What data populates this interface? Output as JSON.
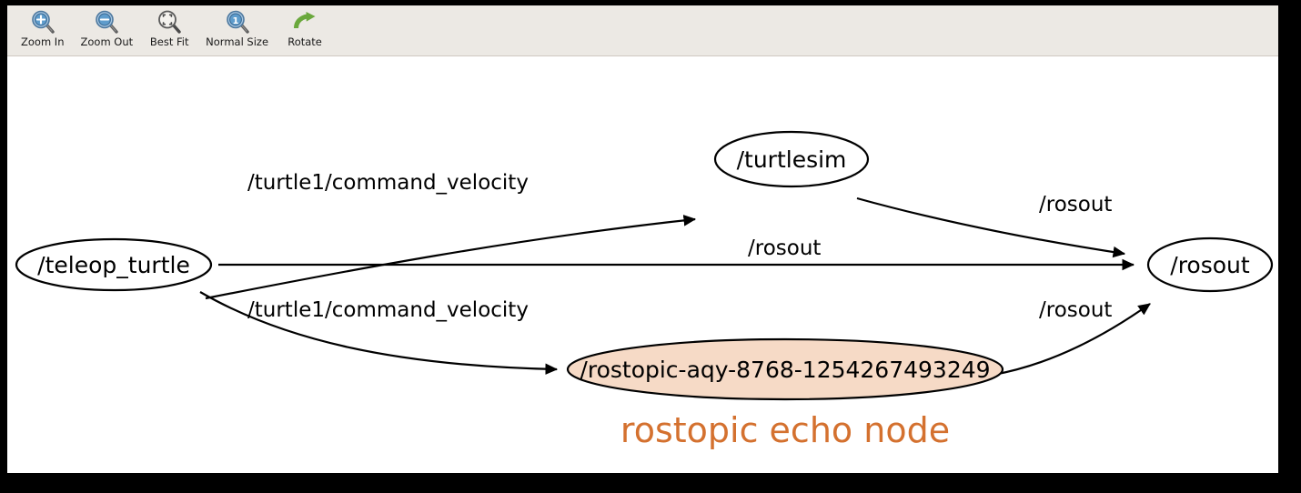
{
  "window": {
    "background_color": "#000000",
    "canvas_color": "#ffffff"
  },
  "toolbar": {
    "background_color": "#ece9e4",
    "items": [
      {
        "label": "Zoom In",
        "icon": "zoom-in-icon"
      },
      {
        "label": "Zoom Out",
        "icon": "zoom-out-icon"
      },
      {
        "label": "Best Fit",
        "icon": "best-fit-icon"
      },
      {
        "label": "Normal Size",
        "icon": "normal-size-icon"
      },
      {
        "label": "Rotate",
        "icon": "rotate-icon"
      }
    ]
  },
  "graph": {
    "nodes": [
      {
        "id": "teleop_turtle",
        "label": "/teleop_turtle",
        "highlight": false,
        "fill": "#ffffff"
      },
      {
        "id": "turtlesim",
        "label": "/turtlesim",
        "highlight": false,
        "fill": "#ffffff"
      },
      {
        "id": "rosout",
        "label": "/rosout",
        "highlight": false,
        "fill": "#ffffff"
      },
      {
        "id": "rostopic",
        "label": "/rostopic-aqy-8768-1254267493249",
        "highlight": true,
        "fill": "#f6dac6"
      }
    ],
    "edges": [
      {
        "from": "teleop_turtle",
        "to": "turtlesim",
        "label": "/turtle1/command_velocity"
      },
      {
        "from": "teleop_turtle",
        "to": "rosout",
        "label": "/rosout"
      },
      {
        "from": "teleop_turtle",
        "to": "rostopic",
        "label": "/turtle1/command_velocity"
      },
      {
        "from": "turtlesim",
        "to": "rosout",
        "label": "/rosout"
      },
      {
        "from": "rostopic",
        "to": "rosout",
        "label": "/rosout"
      }
    ],
    "annotation": {
      "text": "rostopic echo node",
      "color": "#d4712f"
    }
  }
}
